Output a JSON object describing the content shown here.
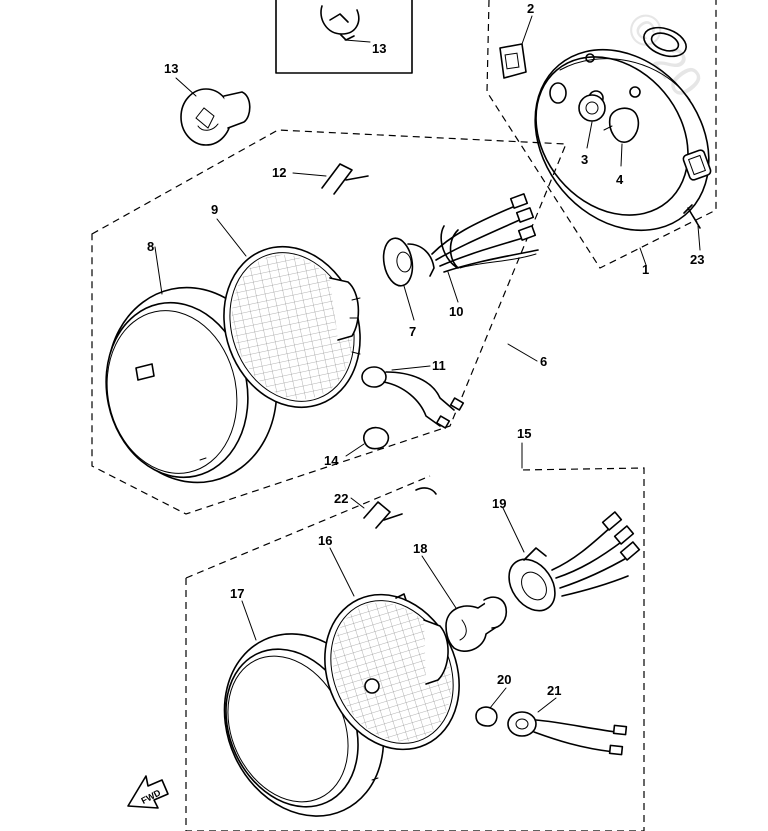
{
  "callouts": [
    {
      "id": "c1",
      "text": "1"
    },
    {
      "id": "c2",
      "text": "2"
    },
    {
      "id": "c3",
      "text": "3"
    },
    {
      "id": "c4",
      "text": "4"
    },
    {
      "id": "c6",
      "text": "6"
    },
    {
      "id": "c7",
      "text": "7"
    },
    {
      "id": "c8",
      "text": "8"
    },
    {
      "id": "c9",
      "text": "9"
    },
    {
      "id": "c10",
      "text": "10"
    },
    {
      "id": "c11",
      "text": "11"
    },
    {
      "id": "c12",
      "text": "12"
    },
    {
      "id": "c13a",
      "text": "13"
    },
    {
      "id": "c13b",
      "text": "13"
    },
    {
      "id": "c14",
      "text": "14"
    },
    {
      "id": "c15",
      "text": "15"
    },
    {
      "id": "c16",
      "text": "16"
    },
    {
      "id": "c17",
      "text": "17"
    },
    {
      "id": "c18",
      "text": "18"
    },
    {
      "id": "c19",
      "text": "19"
    },
    {
      "id": "c20",
      "text": "20"
    },
    {
      "id": "c21",
      "text": "21"
    },
    {
      "id": "c22",
      "text": "22"
    },
    {
      "id": "c23",
      "text": "23"
    }
  ],
  "fwd_label": "FWD",
  "watermark": "© 20",
  "colors": {
    "ink": "#000000",
    "paper": "#ffffff"
  }
}
